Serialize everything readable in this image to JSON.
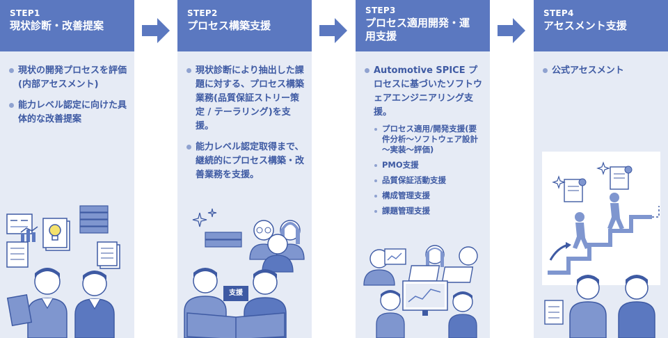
{
  "steps": [
    {
      "step": "STEP1",
      "title": "現状診断・改善提案",
      "bullets": [
        "現状の開発プロセスを評価(内部アセスメント)",
        "能力レベル認定に向けた具体的な改善提案"
      ],
      "sub": []
    },
    {
      "step": "STEP2",
      "title": "プロセス構築支援",
      "bullets": [
        "現状診断により抽出した課題に対する、プロセス構築業務(品質保証ストリー策定 / テーラリング)を支援。",
        "能力レベル認定取得まで、継続的にプロセス構築・改善業務を支援。"
      ],
      "badge": "支援",
      "sub": []
    },
    {
      "step": "STEP3",
      "title": "プロセス適用開発・運用支援",
      "bullets": [
        "Automotive SPICE プロセスに基づいたソフトウェアエンジニアリング支援。"
      ],
      "sub": [
        "プロセス適用/開発支援(要件分析～ソフトウェア設計～実装～評価)",
        "PMO支援",
        "品質保証活動支援",
        "構成管理支援",
        "課題管理支援"
      ]
    },
    {
      "step": "STEP4",
      "title": "アセスメント支援",
      "bullets": [
        "公式アセスメント"
      ],
      "sub": []
    }
  ],
  "colors": {
    "header": "#5b78c0",
    "card": "#e6ebf5",
    "text": "#3e5aa3",
    "arrow": "#5b78c0"
  }
}
